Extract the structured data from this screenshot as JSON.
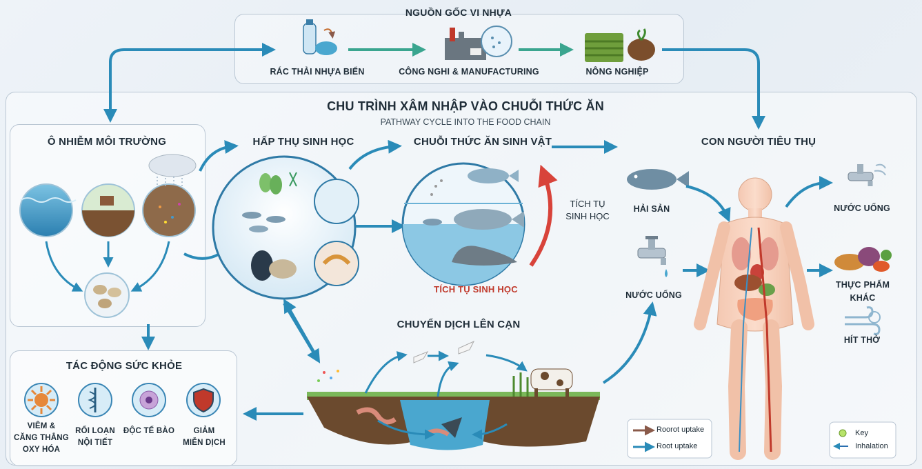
{
  "sources": {
    "title": "NGUỒN GỐC VI NHỰA",
    "items": [
      {
        "label": "RÁC THẢI NHỰA BIỂN"
      },
      {
        "label": "CÔNG NGHI & MANUFACTURING"
      },
      {
        "label": "NÔNG NGHIỆP"
      }
    ]
  },
  "cycle": {
    "title": "CHU TRÌNH XÂM NHẬP VÀO CHUỖI THỨC ĂN",
    "subtitle": "PATHWAY CYCLE INTO THE FOOD CHAIN"
  },
  "sections": {
    "pollution": "Ô NHIỄM MÔI TRƯỜNG",
    "absorption": "HẤP THỤ SINH HỌC",
    "foodchain": "CHUỖI THỨC ĂN SINH VẬT",
    "human": "CON NGƯỜI TIÊU THỤ",
    "land": "CHUYỂN DỊCH LÊN CẠN",
    "health": "TÁC ĐỘNG SỨC KHỎE"
  },
  "bioaccumulation": {
    "side_line1": "TÍCH TỤ",
    "side_line2": "SINH HỌC",
    "bottom": "TÍCH TỤ SINH HỌC"
  },
  "human_inputs": {
    "seafood": "HẢI SẢN",
    "water": "NƯỚC UỐNG"
  },
  "human_outputs": {
    "water": "NƯỚC UỐNG",
    "food_line1": "THỰC PHẨM",
    "food_line2": "KHÁC",
    "breath": "HÍT THỞ"
  },
  "health_items": [
    {
      "line1": "VIÊM &",
      "line2": "CĂNG THẲNG",
      "line3": "OXY HÓA",
      "icon": "inflammation-icon"
    },
    {
      "line1": "RỐI LOẠN",
      "line2": "NỘI TIẾT",
      "line3": "",
      "icon": "endocrine-icon"
    },
    {
      "line1": "ĐỘC TẾ BÀO",
      "line2": "",
      "line3": "",
      "icon": "cell-icon"
    },
    {
      "line1": "GIẢM",
      "line2": "MIỄN DỊCH",
      "line3": "",
      "icon": "shield-icon"
    }
  ],
  "legend_roots": [
    {
      "label": "Roorot uptake",
      "color": "#8a5a4a"
    },
    {
      "label": "Root uptake",
      "color": "#2a8bb8"
    }
  ],
  "legend_key": [
    {
      "label": "Key",
      "color": "#b7e36a"
    },
    {
      "label": "Inhalation",
      "color": "#2a6fb0"
    }
  ],
  "colors": {
    "arrow_blue": "#2a8bb8",
    "arrow_teal": "#3aa58f",
    "bioaccumulation_red": "#d8433a",
    "water": "#4aa7cf",
    "soil": "#6b4a2e"
  }
}
